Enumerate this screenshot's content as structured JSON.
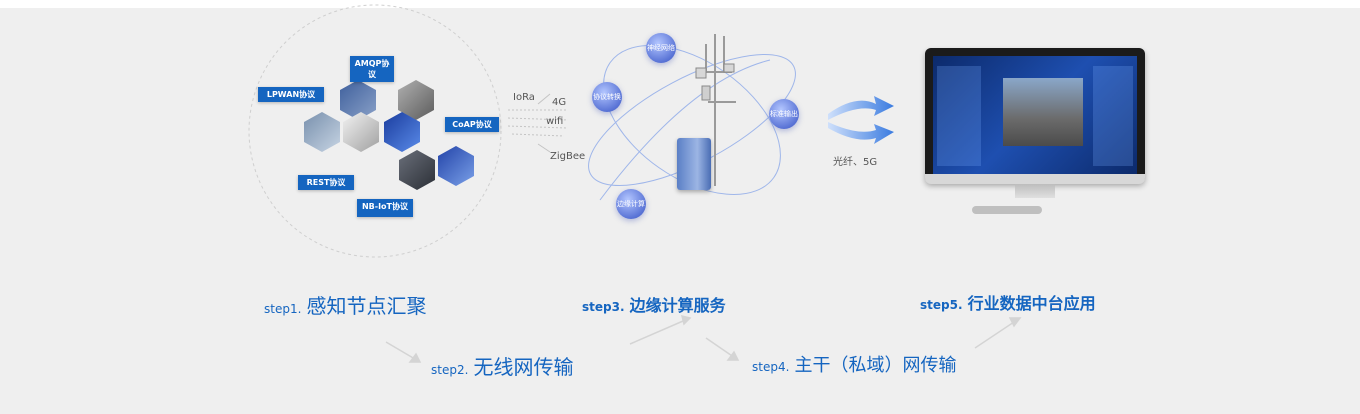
{
  "protocols": {
    "amqp": "AMQP协议",
    "lpwan": "LPWAN协议",
    "coap": "CoAP协议",
    "rest": "REST协议",
    "nbiot": "NB-IoT协议"
  },
  "networks": [
    "IoRa",
    "4G",
    "wifi",
    "ZigBee"
  ],
  "bubbles": {
    "b1": "神经网络",
    "b2": "协议转换",
    "b3": "边缘计算",
    "b4": "标准输出"
  },
  "transmission_label": "光纤、5G",
  "steps": [
    {
      "label": "step1.",
      "title": "感知节点汇聚"
    },
    {
      "label": "step2.",
      "title": "无线网传输"
    },
    {
      "label": "step3.",
      "title": "边缘计算服务"
    },
    {
      "label": "step4.",
      "title": "主干（私域）网传输"
    },
    {
      "label": "step5.",
      "title": "行业数据中台应用"
    }
  ],
  "colors": {
    "accent": "#1565c0",
    "background": "#efefef"
  }
}
